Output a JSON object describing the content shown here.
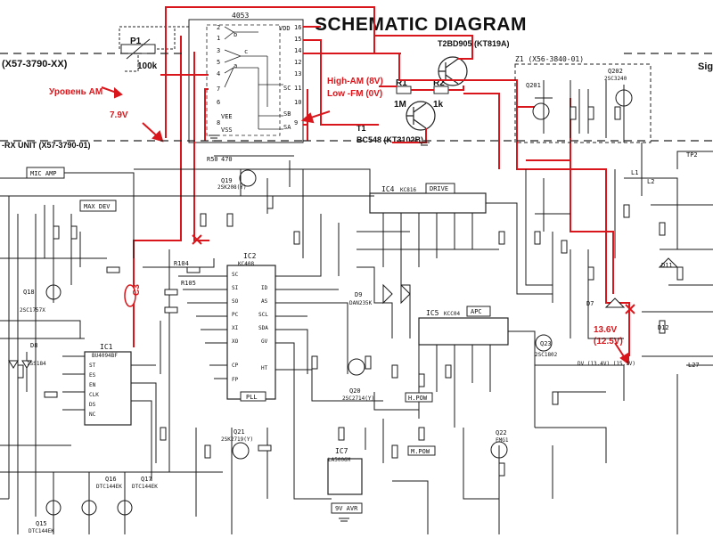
{
  "title": "SCHEMATIC DIAGRAM",
  "colors": {
    "ink": "#1a1a1a",
    "mod": "#d9161b",
    "paper": "#ffffff"
  },
  "top_ic": {
    "name": "4053",
    "vdd": "VDD",
    "vee": "VEE",
    "vss": "VSS",
    "pins_left": [
      "2",
      "1",
      "3",
      "5",
      "4",
      "7",
      "6",
      "8"
    ],
    "pins_right": [
      "16",
      "15",
      "14",
      "12",
      "13",
      "11",
      "10",
      "9"
    ],
    "inner": [
      "b",
      "c",
      "a",
      "SC",
      "SB",
      "SA"
    ]
  },
  "p1": {
    "name": "P1",
    "value": "100k"
  },
  "r1": {
    "name": "R1",
    "value": "1M"
  },
  "r2": {
    "name": "R2",
    "value": "1k"
  },
  "t1": {
    "name": "T1",
    "part": "BC548 (KT3102B)"
  },
  "t2": {
    "part": "T2BD905 (KT819A)"
  },
  "annotations": {
    "am_level": "Уровень AM",
    "v79": "7.9V",
    "mode_am": "High-AM (8V)",
    "mode_fm": "Low -FM (0V)",
    "v136": "13.6V",
    "v125": "(12.5V)",
    "c3": "C3"
  },
  "units": {
    "left": "(X57-3790-XX)",
    "rx": "-RX UNIT (X57-3790-01)",
    "z1": "Z1 (X56-3840-01)",
    "sig": "Sig"
  },
  "blocks": {
    "mic_amp": "MIC AMP",
    "max_dev": "MAX DEV",
    "ic1": "IC1",
    "ic1_part": "BU4094BF",
    "ic1_pins": [
      "ST",
      "ES",
      "EN",
      "CLK",
      "DS",
      "NC"
    ],
    "ic2": "IC2",
    "ic2_part": "KC408",
    "ic2_pins": [
      "SC",
      "SI",
      "SO",
      "PC",
      "XI",
      "XO",
      "CP",
      "FP",
      "ID",
      "AS",
      "GV",
      "SCL",
      "SDA",
      "HT"
    ],
    "pll": "PLL",
    "ic4": "IC4",
    "ic4_part": "KC816",
    "drive": "DRIVE",
    "ic5": "IC5",
    "ic5_part": "KCC04",
    "apc": "APC",
    "ic7": "IC7",
    "ic7_part": "LA5006M",
    "avr": "9V AVR"
  },
  "components": {
    "q19": "Q19",
    "q19_part": "2SK208(Y)",
    "q18": "Q18",
    "q18_part": "2SC1757X",
    "q20": "Q20",
    "q20_part": "2SC2714(Y)",
    "q21": "Q21",
    "q21_part": "2SK2719(Y)",
    "q22": "Q22",
    "q22_part": "FMG1",
    "q23": "Q23",
    "q23_part": "2SC1802",
    "q15": "Q15",
    "q15_part": "DTC144EK",
    "q16": "Q16",
    "q16_part": "DTC144EK",
    "q17": "Q17",
    "q17_part": "DTC144EK",
    "q201": "Q201",
    "q202": "Q202",
    "q202_part": "2SC3240",
    "d7": "D7",
    "d8": "D8",
    "d8_part": "1SS184",
    "d9": "D9",
    "d9_part": "DAN235K",
    "d11": "D11",
    "d12": "D12",
    "l1": "L1",
    "l2": "L2",
    "l27": "L27",
    "r50": "R50",
    "r50_value": "470",
    "r104": "R104",
    "r105": "R105",
    "tp2": "TP2",
    "h_pow": "H.POW",
    "m_pow": "M.POW",
    "volt_q23": "DV\n(13.4V)\n(15.1V)"
  }
}
